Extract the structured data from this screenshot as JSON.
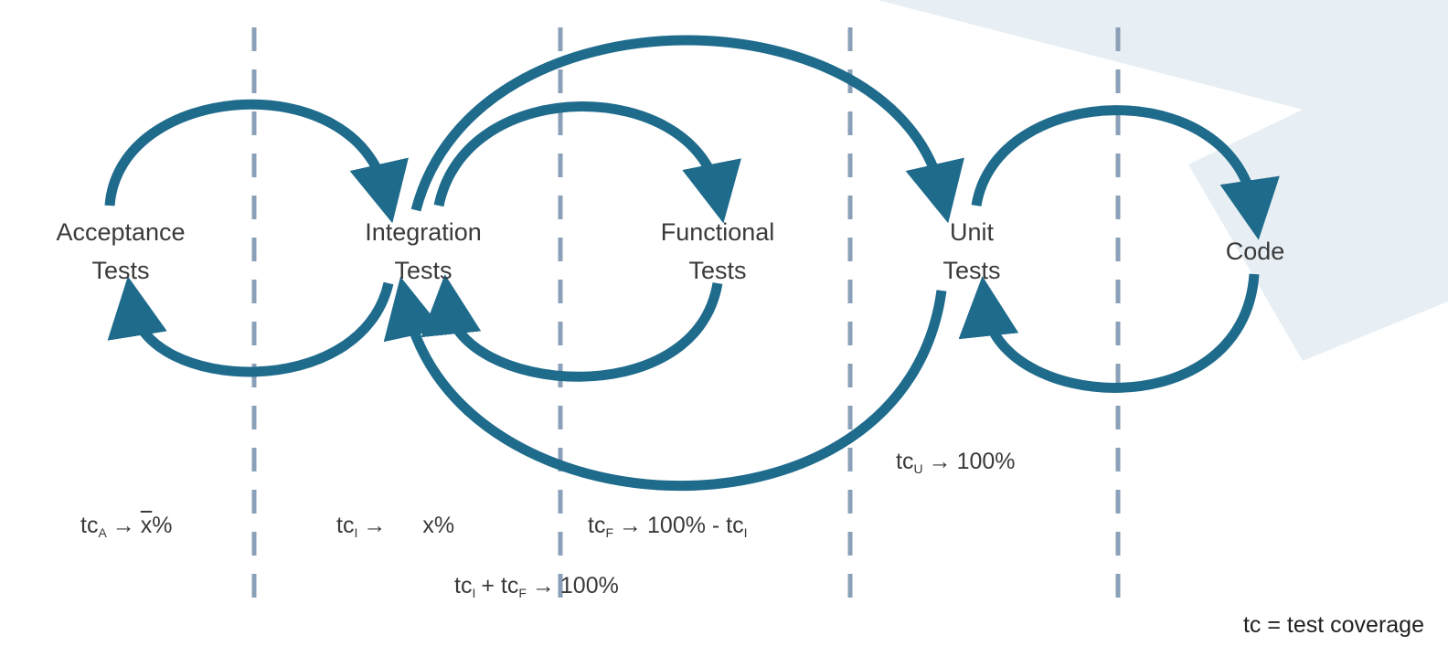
{
  "colors": {
    "arrow": "#1f6b8c",
    "divider": "#8aa0b8",
    "background_shape": "#e4edf3",
    "text": "#3a3a3a"
  },
  "nodes": [
    {
      "id": "acceptance",
      "line1": "Acceptance",
      "line2": "Tests"
    },
    {
      "id": "integration",
      "line1": "Integration",
      "line2": "Tests"
    },
    {
      "id": "functional",
      "line1": "Functional",
      "line2": "Tests"
    },
    {
      "id": "unit",
      "line1": "Unit",
      "line2": "Tests"
    },
    {
      "id": "code",
      "line1": "Code",
      "line2": ""
    }
  ],
  "formulas": {
    "acceptance": {
      "base": "tc",
      "sub": "A",
      "arrow": "→",
      "value": "x",
      "suffix": "%"
    },
    "integration": {
      "base": "tc",
      "sub": "I",
      "arrow": "→",
      "value": "x%"
    },
    "functional": {
      "base": "tc",
      "sub": "F",
      "arrow": "→",
      "value": "100% - tc",
      "value_sub": "I"
    },
    "unit": {
      "base": "tc",
      "sub": "U",
      "arrow": "→",
      "value": "100%"
    },
    "sum": {
      "a": "tc",
      "a_sub": "I",
      "plus": "+ tc",
      "b_sub": "F",
      "arrow": "→",
      "value": "100%"
    }
  },
  "legend": "tc = test coverage"
}
